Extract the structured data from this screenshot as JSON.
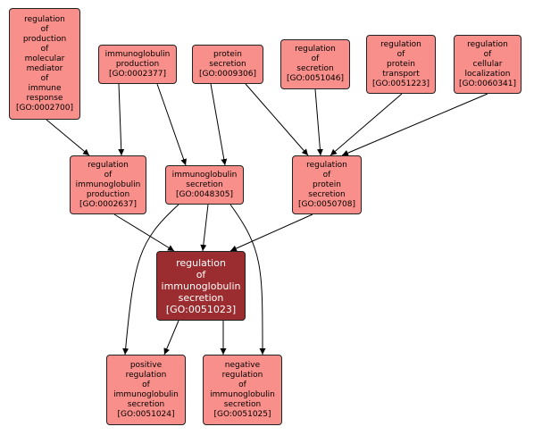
{
  "colors": {
    "node_fill": "#f98f8a",
    "focus_fill": "#9b2c2f",
    "border": "#222222",
    "edge": "#000000"
  },
  "nodes": [
    {
      "id": "GO:0002700",
      "label": "regulation\nof\nproduction\nof\nmolecular\nmediator\nof\nimmune\nresponse",
      "goid": "[GO:0002700]"
    },
    {
      "id": "GO:0002377",
      "label": "immunoglobulin\nproduction",
      "goid": "[GO:0002377]"
    },
    {
      "id": "GO:0009306",
      "label": "protein\nsecretion",
      "goid": "[GO:0009306]"
    },
    {
      "id": "GO:0051046",
      "label": "regulation\nof\nsecretion",
      "goid": "[GO:0051046]"
    },
    {
      "id": "GO:0051223",
      "label": "regulation\nof\nprotein\ntransport",
      "goid": "[GO:0051223]"
    },
    {
      "id": "GO:0060341",
      "label": "regulation\nof\ncellular\nlocalization",
      "goid": "[GO:0060341]"
    },
    {
      "id": "GO:0002637",
      "label": "regulation\nof\nimmunoglobulin\nproduction",
      "goid": "[GO:0002637]"
    },
    {
      "id": "GO:0048305",
      "label": "immunoglobulin\nsecretion",
      "goid": "[GO:0048305]"
    },
    {
      "id": "GO:0050708",
      "label": "regulation\nof\nprotein\nsecretion",
      "goid": "[GO:0050708]"
    },
    {
      "id": "GO:0051023",
      "label": "regulation\nof\nimmunoglobulin\nsecretion",
      "goid": "[GO:0051023]",
      "focus": true
    },
    {
      "id": "GO:0051024",
      "label": "positive\nregulation\nof\nimmunoglobulin\nsecretion",
      "goid": "[GO:0051024]"
    },
    {
      "id": "GO:0051025",
      "label": "negative\nregulation\nof\nimmunoglobulin\nsecretion",
      "goid": "[GO:0051025]"
    }
  ],
  "edges": [
    {
      "from": "GO:0002700",
      "to": "GO:0002637"
    },
    {
      "from": "GO:0002377",
      "to": "GO:0002637"
    },
    {
      "from": "GO:0002377",
      "to": "GO:0048305"
    },
    {
      "from": "GO:0009306",
      "to": "GO:0048305"
    },
    {
      "from": "GO:0009306",
      "to": "GO:0050708"
    },
    {
      "from": "GO:0051046",
      "to": "GO:0050708"
    },
    {
      "from": "GO:0051223",
      "to": "GO:0050708"
    },
    {
      "from": "GO:0060341",
      "to": "GO:0050708"
    },
    {
      "from": "GO:0002637",
      "to": "GO:0051023"
    },
    {
      "from": "GO:0048305",
      "to": "GO:0051023"
    },
    {
      "from": "GO:0050708",
      "to": "GO:0051023"
    },
    {
      "from": "GO:0048305",
      "to": "GO:0051024"
    },
    {
      "from": "GO:0048305",
      "to": "GO:0051025"
    },
    {
      "from": "GO:0051023",
      "to": "GO:0051024"
    },
    {
      "from": "GO:0051023",
      "to": "GO:0051025"
    }
  ]
}
